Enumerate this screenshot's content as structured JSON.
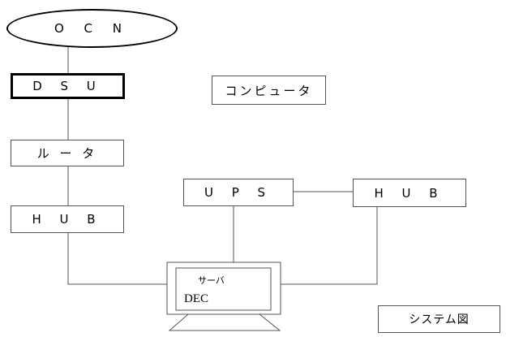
{
  "nodes": {
    "ocn": "O C N",
    "dsu": "D S U",
    "computer": "コンピュータ",
    "router": "ル ー タ",
    "hub_left": "H U B",
    "ups": "U P S",
    "hub_right": "H U B",
    "server_label": "サーバ",
    "server_name": "DEC"
  },
  "caption": "システム図",
  "colors": {
    "line": "#555555",
    "thick_border": "#000000"
  }
}
